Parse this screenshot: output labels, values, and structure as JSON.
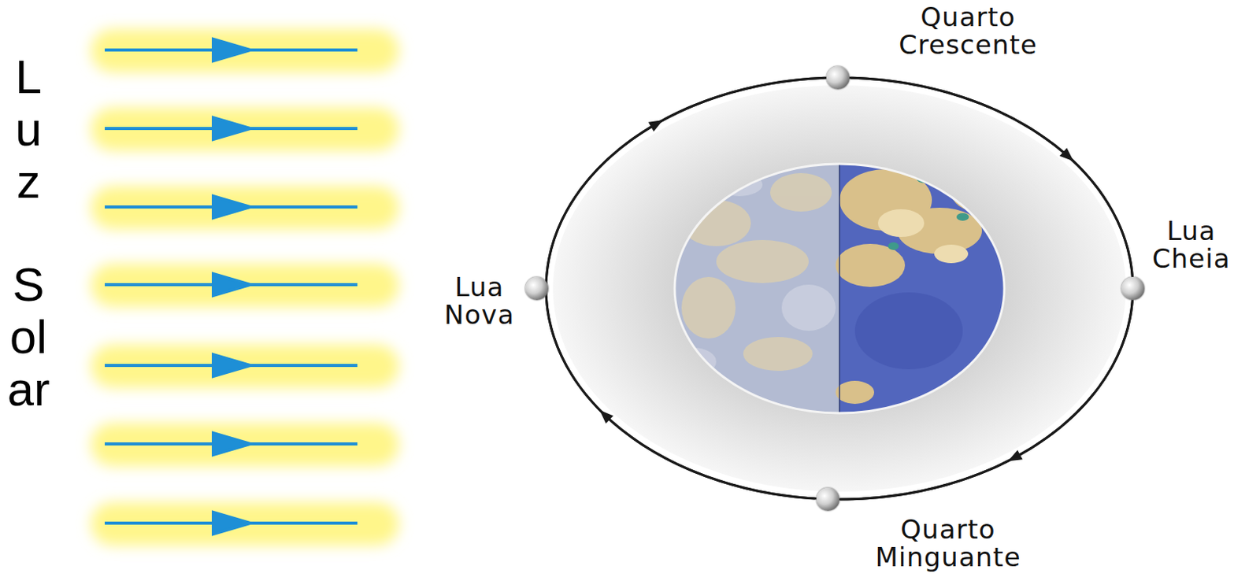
{
  "diagram": {
    "nodes": [
      {
        "text": [
          "Quarto Crescente"
        ]
      },
      {
        "text": [
          "Lua Nova"
        ]
      },
      {
        "text": [
          "Lua Cheia"
        ]
      },
      {
        "text": [
          "Quarto Minguante"
        ]
      }
    ],
    "edges": [
      {
        "from": 1,
        "to": 0,
        "arrow": "to"
      },
      {
        "from": 0,
        "to": 2,
        "arrow": "to"
      },
      {
        "from": 2,
        "to": 3,
        "arrow": "to"
      },
      {
        "from": 3,
        "to": 1,
        "arrow": "to"
      }
    ],
    "labels": [
      "Luz",
      "Solar"
    ]
  }
}
